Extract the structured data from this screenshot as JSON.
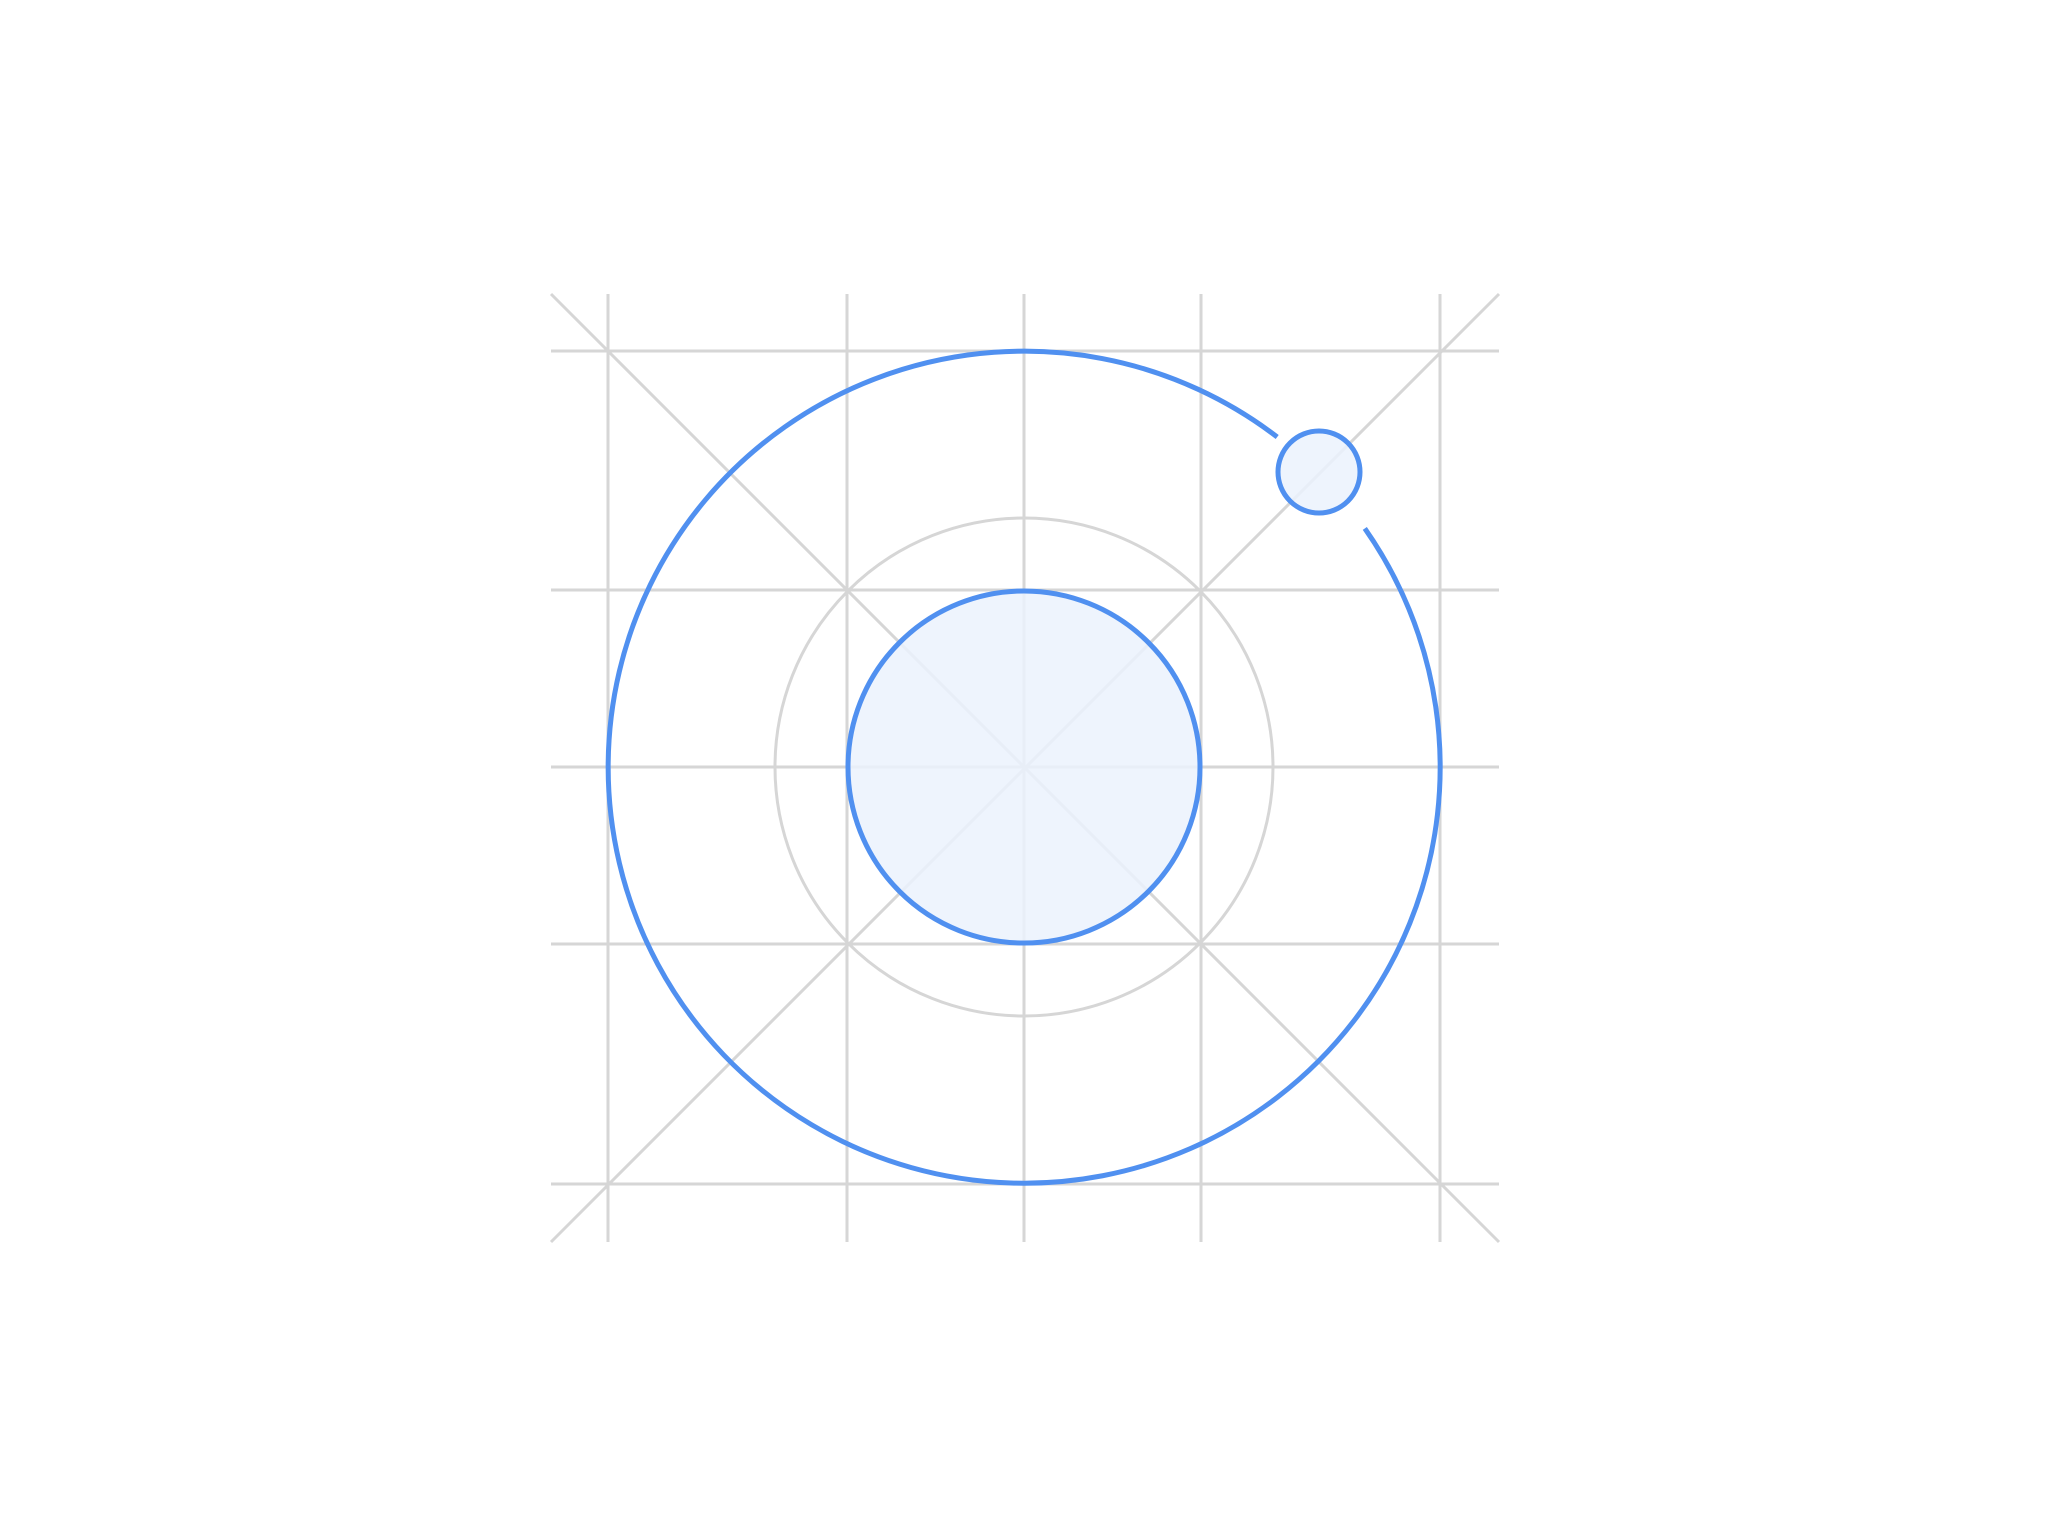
{
  "diagram": {
    "kind": "icon-construction-grid",
    "colors": {
      "background": "#ffffff",
      "grid": "#d6d6d6",
      "accent": "#5090f0",
      "accent_fill": "#ebf2fd"
    },
    "shapes": [
      {
        "name": "outer-ring",
        "role": "accent-outline"
      },
      {
        "name": "inner-disc",
        "role": "accent-filled"
      },
      {
        "name": "orbit-dot",
        "role": "accent-filled"
      },
      {
        "name": "guide-circle",
        "role": "grid-outline"
      }
    ]
  }
}
